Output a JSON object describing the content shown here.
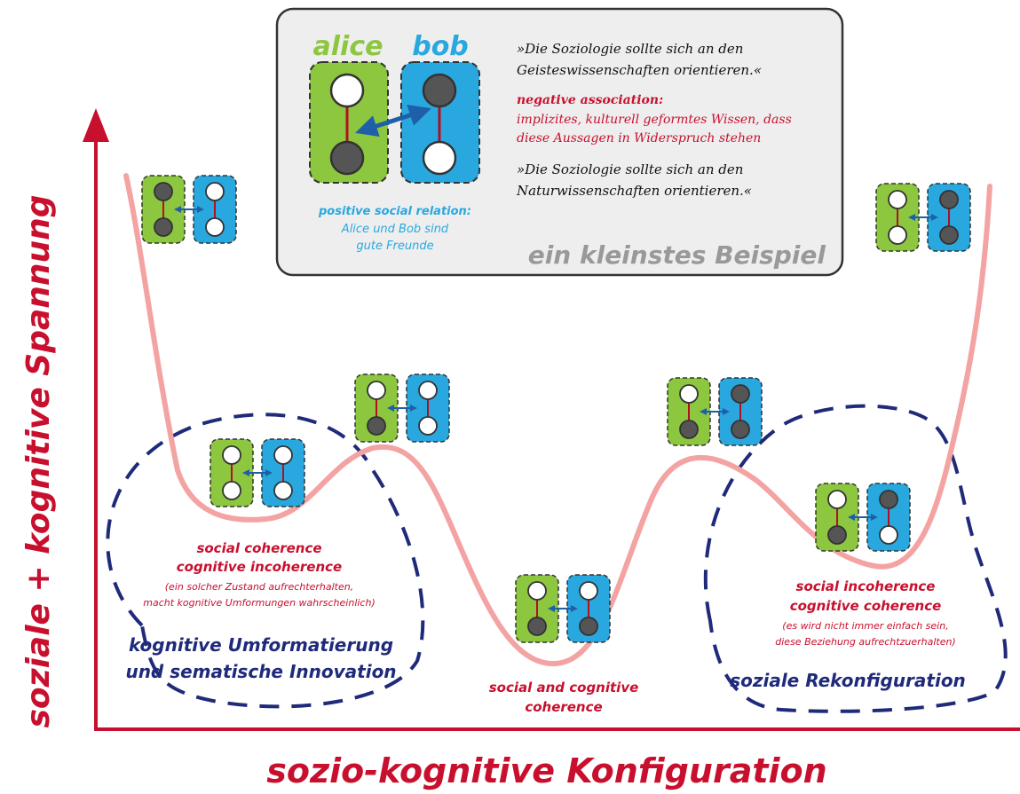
{
  "axes": {
    "y_label": "soziale + kognitive Spannung",
    "x_label": "sozio-kognitive Konfiguration"
  },
  "example_box": {
    "caption": "ein kleinstes Beispiel",
    "agent_a": "alice",
    "agent_b": "bob",
    "statement_1_line1": "»Die Soziologie sollte sich an den",
    "statement_1_line2": "Geisteswissenschaften orientieren.«",
    "negative_title": "negative association:",
    "negative_line1": "implizites, kulturell geformtes Wissen, dass",
    "negative_line2": "diese Aussagen in Widerspruch stehen",
    "statement_2_line1": "»Die Soziologie sollte sich an den",
    "statement_2_line2": "Naturwissenschaften orientieren.«",
    "positive_title": "positive social relation:",
    "positive_line1": "Alice und Bob sind",
    "positive_line2": "gute Freunde"
  },
  "states": {
    "left_valley": {
      "title1": "social coherence",
      "title2": "cognitive incoherence",
      "note1": "(ein solcher Zustand aufrechterhalten,",
      "note2": "macht kognitive Umformungen wahrscheinlich)"
    },
    "center_valley": {
      "title1": "social and cognitive",
      "title2": "coherence"
    },
    "right_valley": {
      "title1": "social incoherence",
      "title2": "cognitive coherence",
      "note1": "(es wird nicht immer einfach sein,",
      "note2": "diese Beziehung aufrechtzuerhalten)"
    }
  },
  "regions": {
    "left": {
      "line1": "kognitive Umformatierung",
      "line2": "und sematische Innovation"
    },
    "right": {
      "line1": "soziale Rekonfiguration"
    }
  },
  "colors": {
    "axis": "#c8102e",
    "curve": "#f4a3a3",
    "green": "#8dc63f",
    "blue": "#29a8e0",
    "dashed_region": "#1f2a7a",
    "red_text": "#c8102e",
    "navy_text": "#1f2a7a",
    "dark_node": "#555555",
    "box_bg": "#eeeeee",
    "caption_gray": "#999999"
  }
}
